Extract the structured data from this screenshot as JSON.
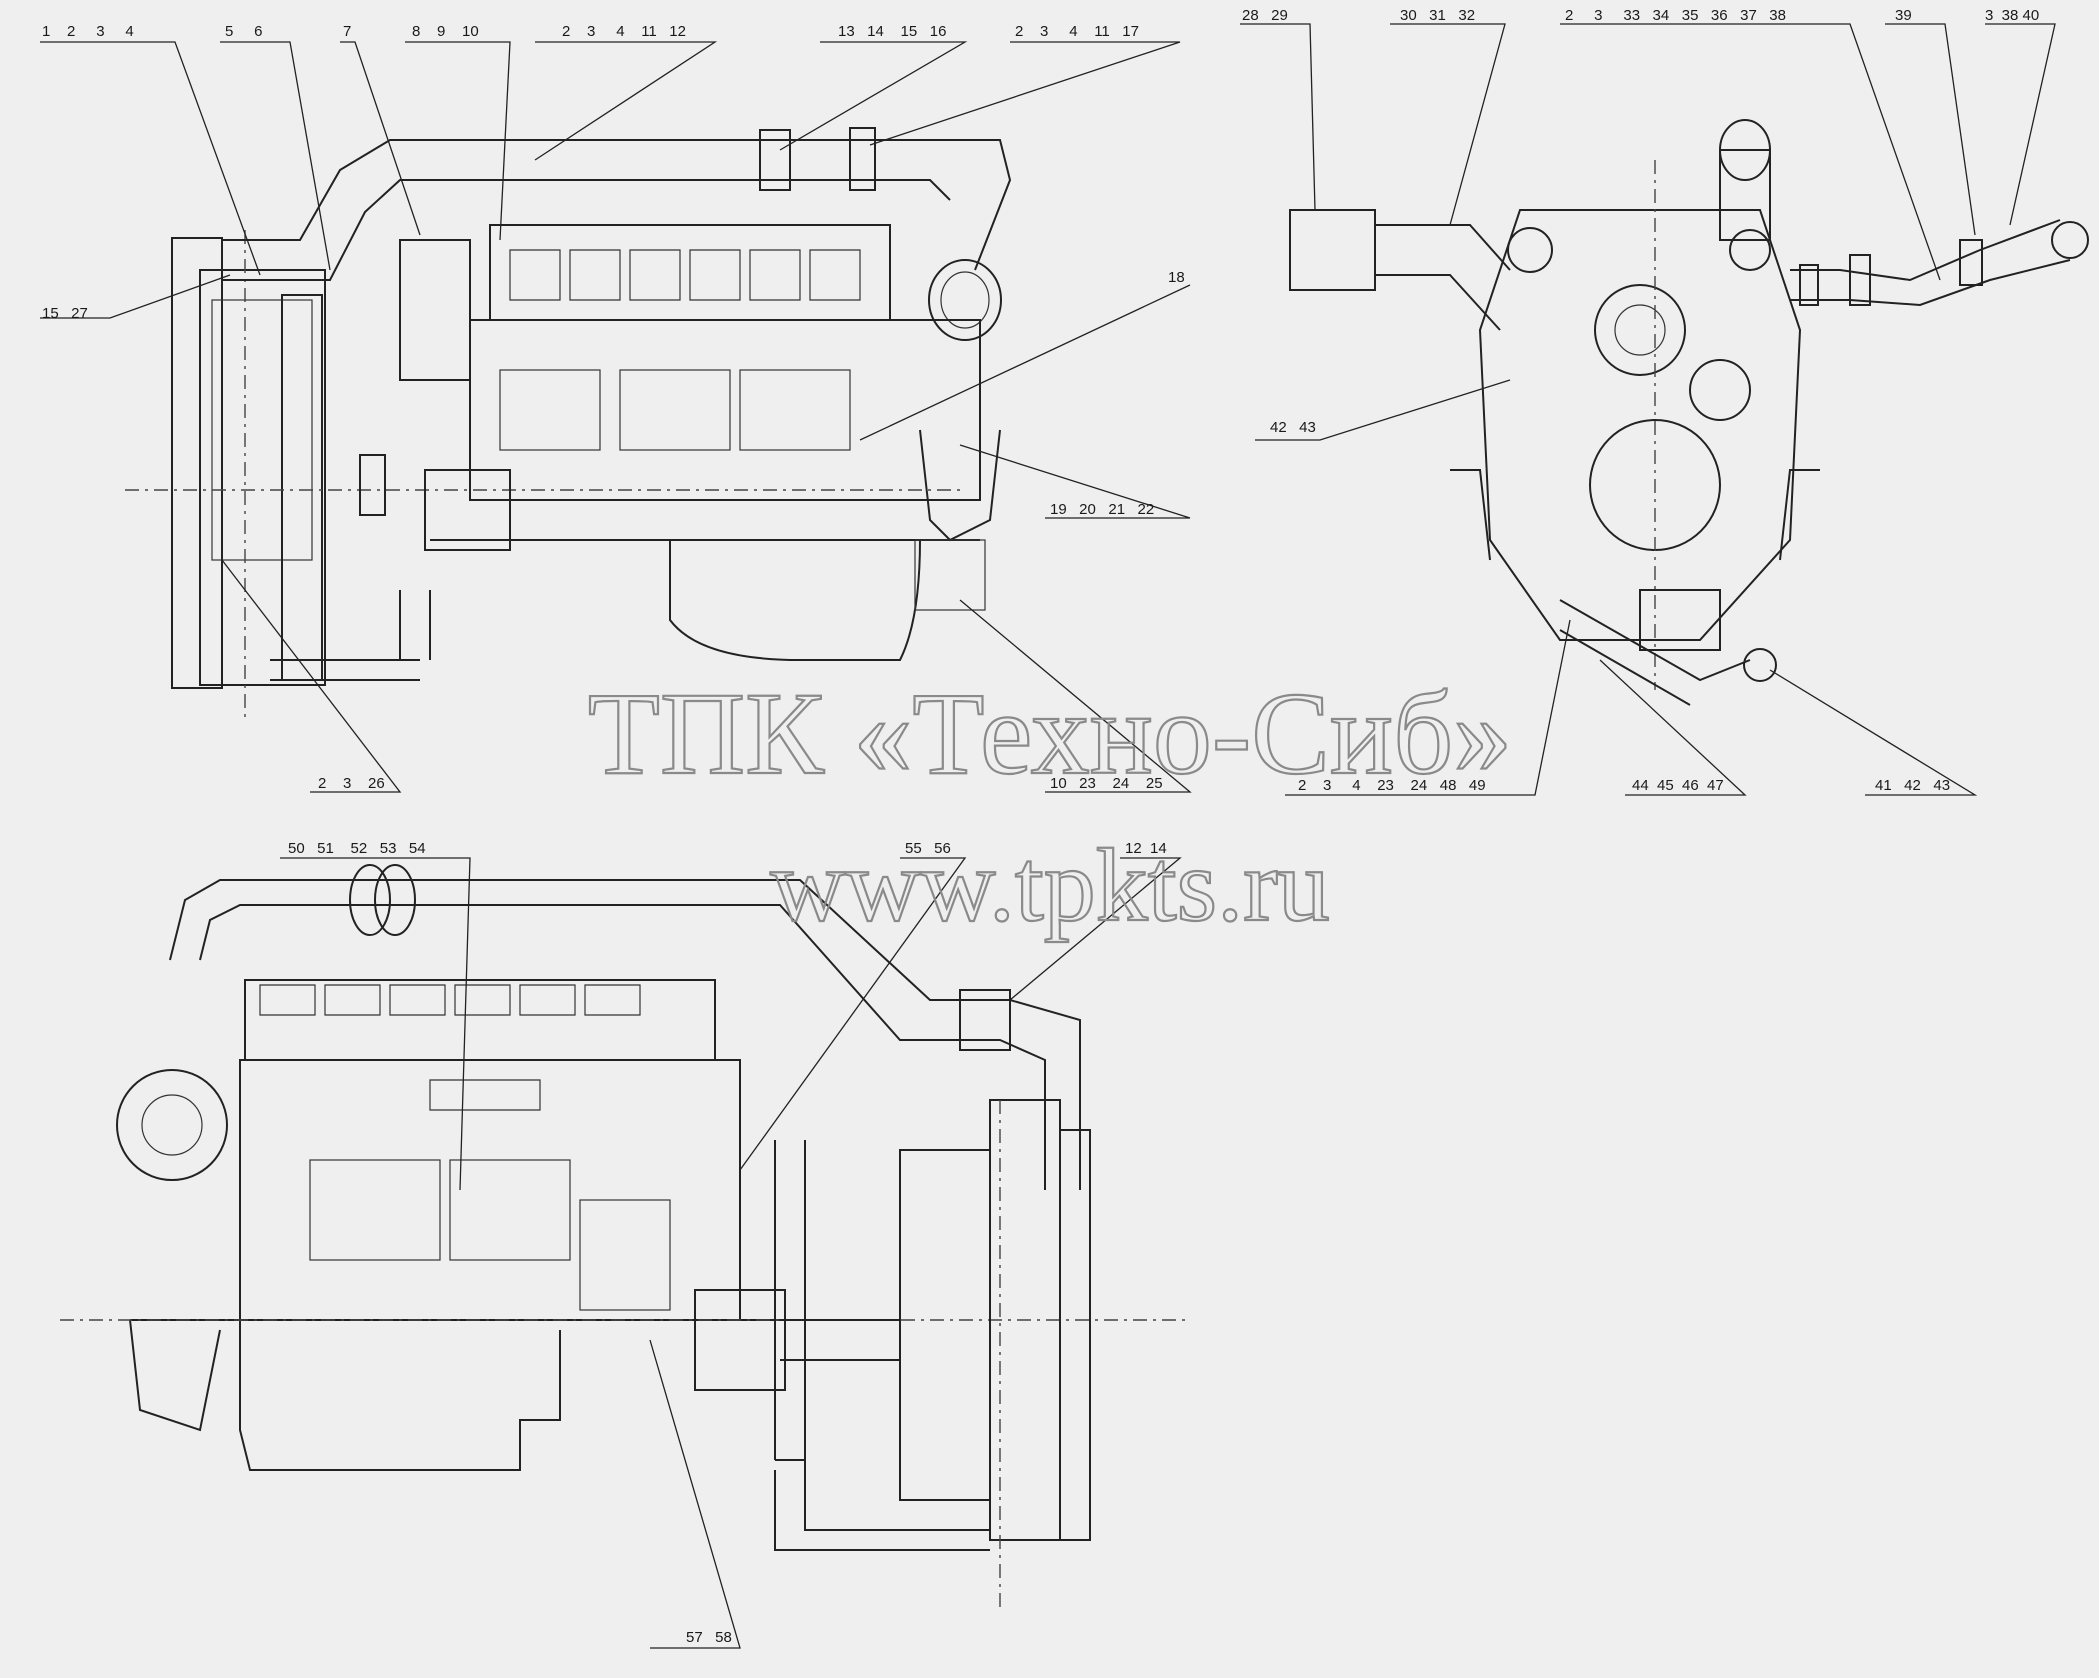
{
  "watermark": {
    "line1": "ТПК «Техно-Сиб»",
    "line2": "www.tpkts.ru"
  },
  "callouts": [
    {
      "id": "c1",
      "text": "1    2     3     4"
    },
    {
      "id": "c2",
      "text": "5     6"
    },
    {
      "id": "c3",
      "text": "7"
    },
    {
      "id": "c4",
      "text": "8    9    10"
    },
    {
      "id": "c5",
      "text": "2    3     4    11   12"
    },
    {
      "id": "c6",
      "text": "13   14    15   16"
    },
    {
      "id": "c7",
      "text": "2    3     4    11   17"
    },
    {
      "id": "c8",
      "text": "15   27"
    },
    {
      "id": "c9",
      "text": "18"
    },
    {
      "id": "c10",
      "text": "19   20   21   22"
    },
    {
      "id": "c11",
      "text": "2    3    26"
    },
    {
      "id": "c12",
      "text": "10   23    24    25"
    },
    {
      "id": "c13",
      "text": "28   29"
    },
    {
      "id": "c14",
      "text": "30   31   32"
    },
    {
      "id": "c15",
      "text": "2     3     33   34   35   36   37   38"
    },
    {
      "id": "c16",
      "text": "39"
    },
    {
      "id": "c17",
      "text": "3  38 40"
    },
    {
      "id": "c18",
      "text": "42   43"
    },
    {
      "id": "c19",
      "text": "2    3     4    23    24   48   49"
    },
    {
      "id": "c20",
      "text": "44  45  46  47"
    },
    {
      "id": "c21",
      "text": "41   42   43"
    },
    {
      "id": "c22",
      "text": "50   51    52   53   54"
    },
    {
      "id": "c23",
      "text": "55   56"
    },
    {
      "id": "c24",
      "text": "12  14"
    },
    {
      "id": "c25",
      "text": "57   58"
    }
  ]
}
